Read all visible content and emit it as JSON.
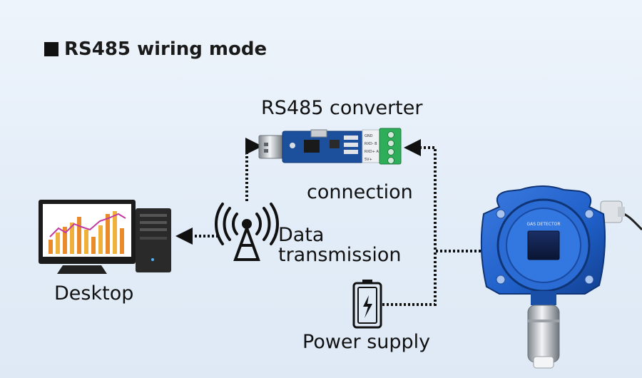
{
  "title": "RS485 wiring mode",
  "labels": {
    "converter": "RS485 converter",
    "connection": "connection",
    "data_line1": "Data",
    "data_line2": "transmission",
    "desktop": "Desktop",
    "power": "Power supply"
  },
  "device_text": "GAS DETECTOR",
  "terminal_pins": [
    "GND",
    "RXD- B",
    "RXD+ A",
    "5V+"
  ],
  "icons": [
    "computer-icon",
    "antenna-icon",
    "battery-icon",
    "usb-converter-icon",
    "gas-detector-icon"
  ],
  "colors": {
    "detector_blue": "#1f5fc8",
    "board_blue": "#1c4f9c",
    "terminal_green": "#2fae5a",
    "line": "#111111"
  }
}
